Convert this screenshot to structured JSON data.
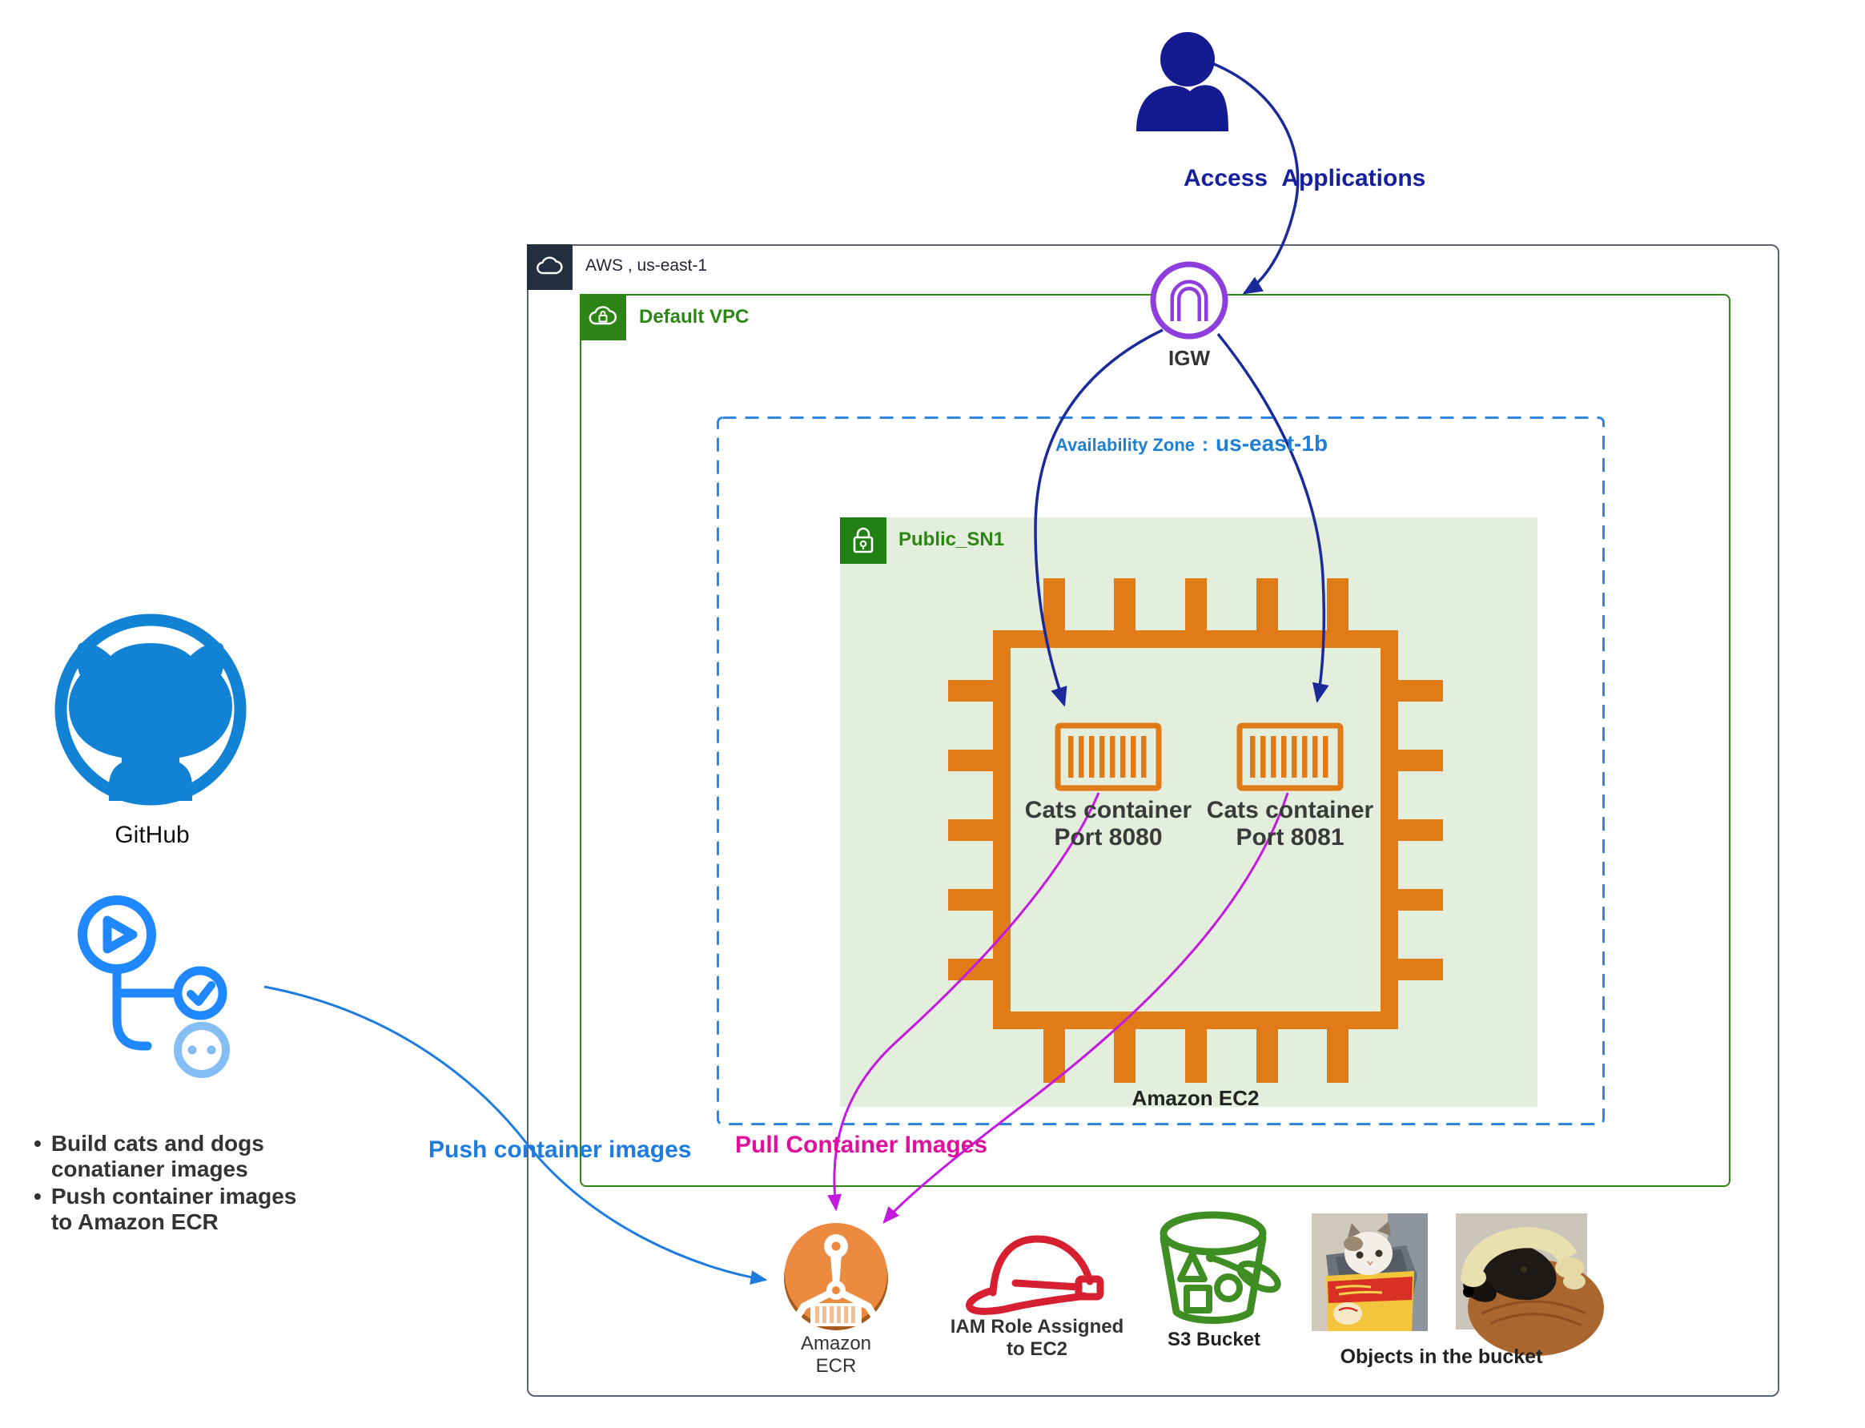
{
  "user": {
    "label": "Access Applications"
  },
  "igw": {
    "label": "IGW"
  },
  "region": {
    "label": "AWS , us-east-1"
  },
  "vpc": {
    "label": "Default VPC"
  },
  "az": {
    "label": "Availability Zone",
    "colon": ":",
    "value": "us-east-1b"
  },
  "subnet": {
    "label": "Public_SN1"
  },
  "ec2": {
    "label": "Amazon EC2",
    "containers": [
      {
        "line1": "Cats container",
        "line2": "Port 8080"
      },
      {
        "line1": "Cats container",
        "line2": "Port 8081"
      }
    ]
  },
  "github": {
    "label": "GitHub"
  },
  "pipeline_notes": {
    "bullet": "•",
    "items": [
      {
        "line1": "Build cats and dogs",
        "line2": "conatianer images"
      },
      {
        "line1": "Push container images",
        "line2": "to Amazon ECR"
      }
    ]
  },
  "flows": {
    "push": {
      "label": "Push container images",
      "color": "#1e7be0"
    },
    "pull": {
      "label": "Pull Container Images",
      "color": "#c41ae0",
      "label_color": "#df109d"
    },
    "access": {
      "color": "#1b2a9b"
    }
  },
  "ecr": {
    "line1": "Amazon",
    "line2": "ECR"
  },
  "iam": {
    "line1": "IAM Role Assigned",
    "line2": "to EC2"
  },
  "s3": {
    "label": "S3 Bucket"
  },
  "bucket_objects": {
    "label": "Objects in the bucket"
  },
  "colors": {
    "user_icon": "#141b90",
    "navy_arrow": "#1b2a9b",
    "igw_purple": "#8f3ede",
    "aws_dark": "#232f3e",
    "outer_border": "#5a6472",
    "vpc_green": "#2d8515",
    "subnet_fill": "#e4eedd",
    "az_blue": "#2e86de",
    "chip_orange": "#e07b17",
    "ecr_orange": "#ec8a3f",
    "github_blue": "#1182d4",
    "actions_blue": "#2088ff",
    "iam_red": "#d62031",
    "s3_green": "#3f8e24",
    "label_dark": "#333333"
  }
}
